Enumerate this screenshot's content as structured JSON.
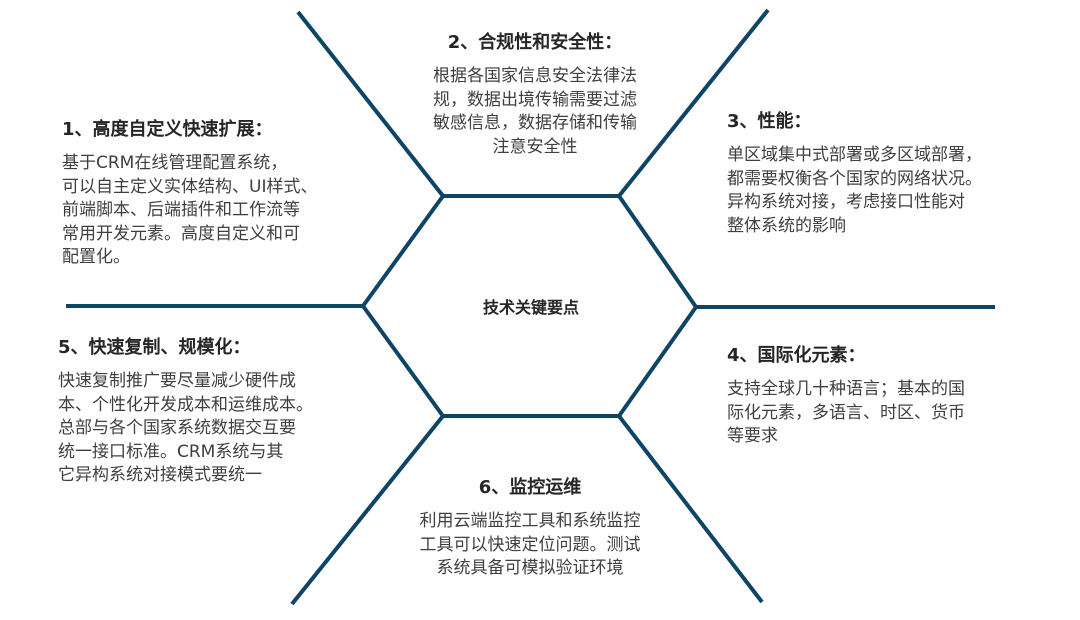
{
  "diagram": {
    "center_label": "技术关键要点",
    "line_color": "#0e4566",
    "text_color": "#3f3f3f",
    "title_color": "#262626"
  },
  "points": [
    {
      "id": 1,
      "title": "1、高度自定义快速扩展：",
      "lines": [
        "基于CRM在线管理配置系统，",
        "可以自主定义实体结构、UI样式、",
        "前端脚本、后端插件和工作流等",
        "常用开发元素。高度自定义和可",
        "配置化。"
      ]
    },
    {
      "id": 2,
      "title": "2、合规性和安全性：",
      "lines": [
        "根据各国家信息安全法律法",
        "规，数据出境传输需要过滤",
        "敏感信息，数据存储和传输",
        "注意安全性"
      ]
    },
    {
      "id": 3,
      "title": "3、性能：",
      "lines": [
        "单区域集中式部署或多区域部署，",
        "都需要权衡各个国家的网络状况。",
        "异构系统对接，考虑接口性能对",
        "整体系统的影响"
      ]
    },
    {
      "id": 4,
      "title": "4、国际化元素：",
      "lines": [
        "支持全球几十种语言；基本的国",
        "际化元素，多语言、时区、货币",
        "等要求"
      ]
    },
    {
      "id": 5,
      "title": "5、快速复制、规模化：",
      "lines": [
        "快速复制推广要尽量减少硬件成",
        "本、个性化开发成本和运维成本。",
        "总部与各个国家系统数据交互要",
        "统一接口标准。CRM系统与其",
        "它异构系统对接模式要统一"
      ]
    },
    {
      "id": 6,
      "title": "6、监控运维",
      "lines": [
        "利用云端监控工具和系统监控",
        "工具可以快速定位问题。测试",
        "系统具备可模拟验证环境"
      ]
    }
  ]
}
